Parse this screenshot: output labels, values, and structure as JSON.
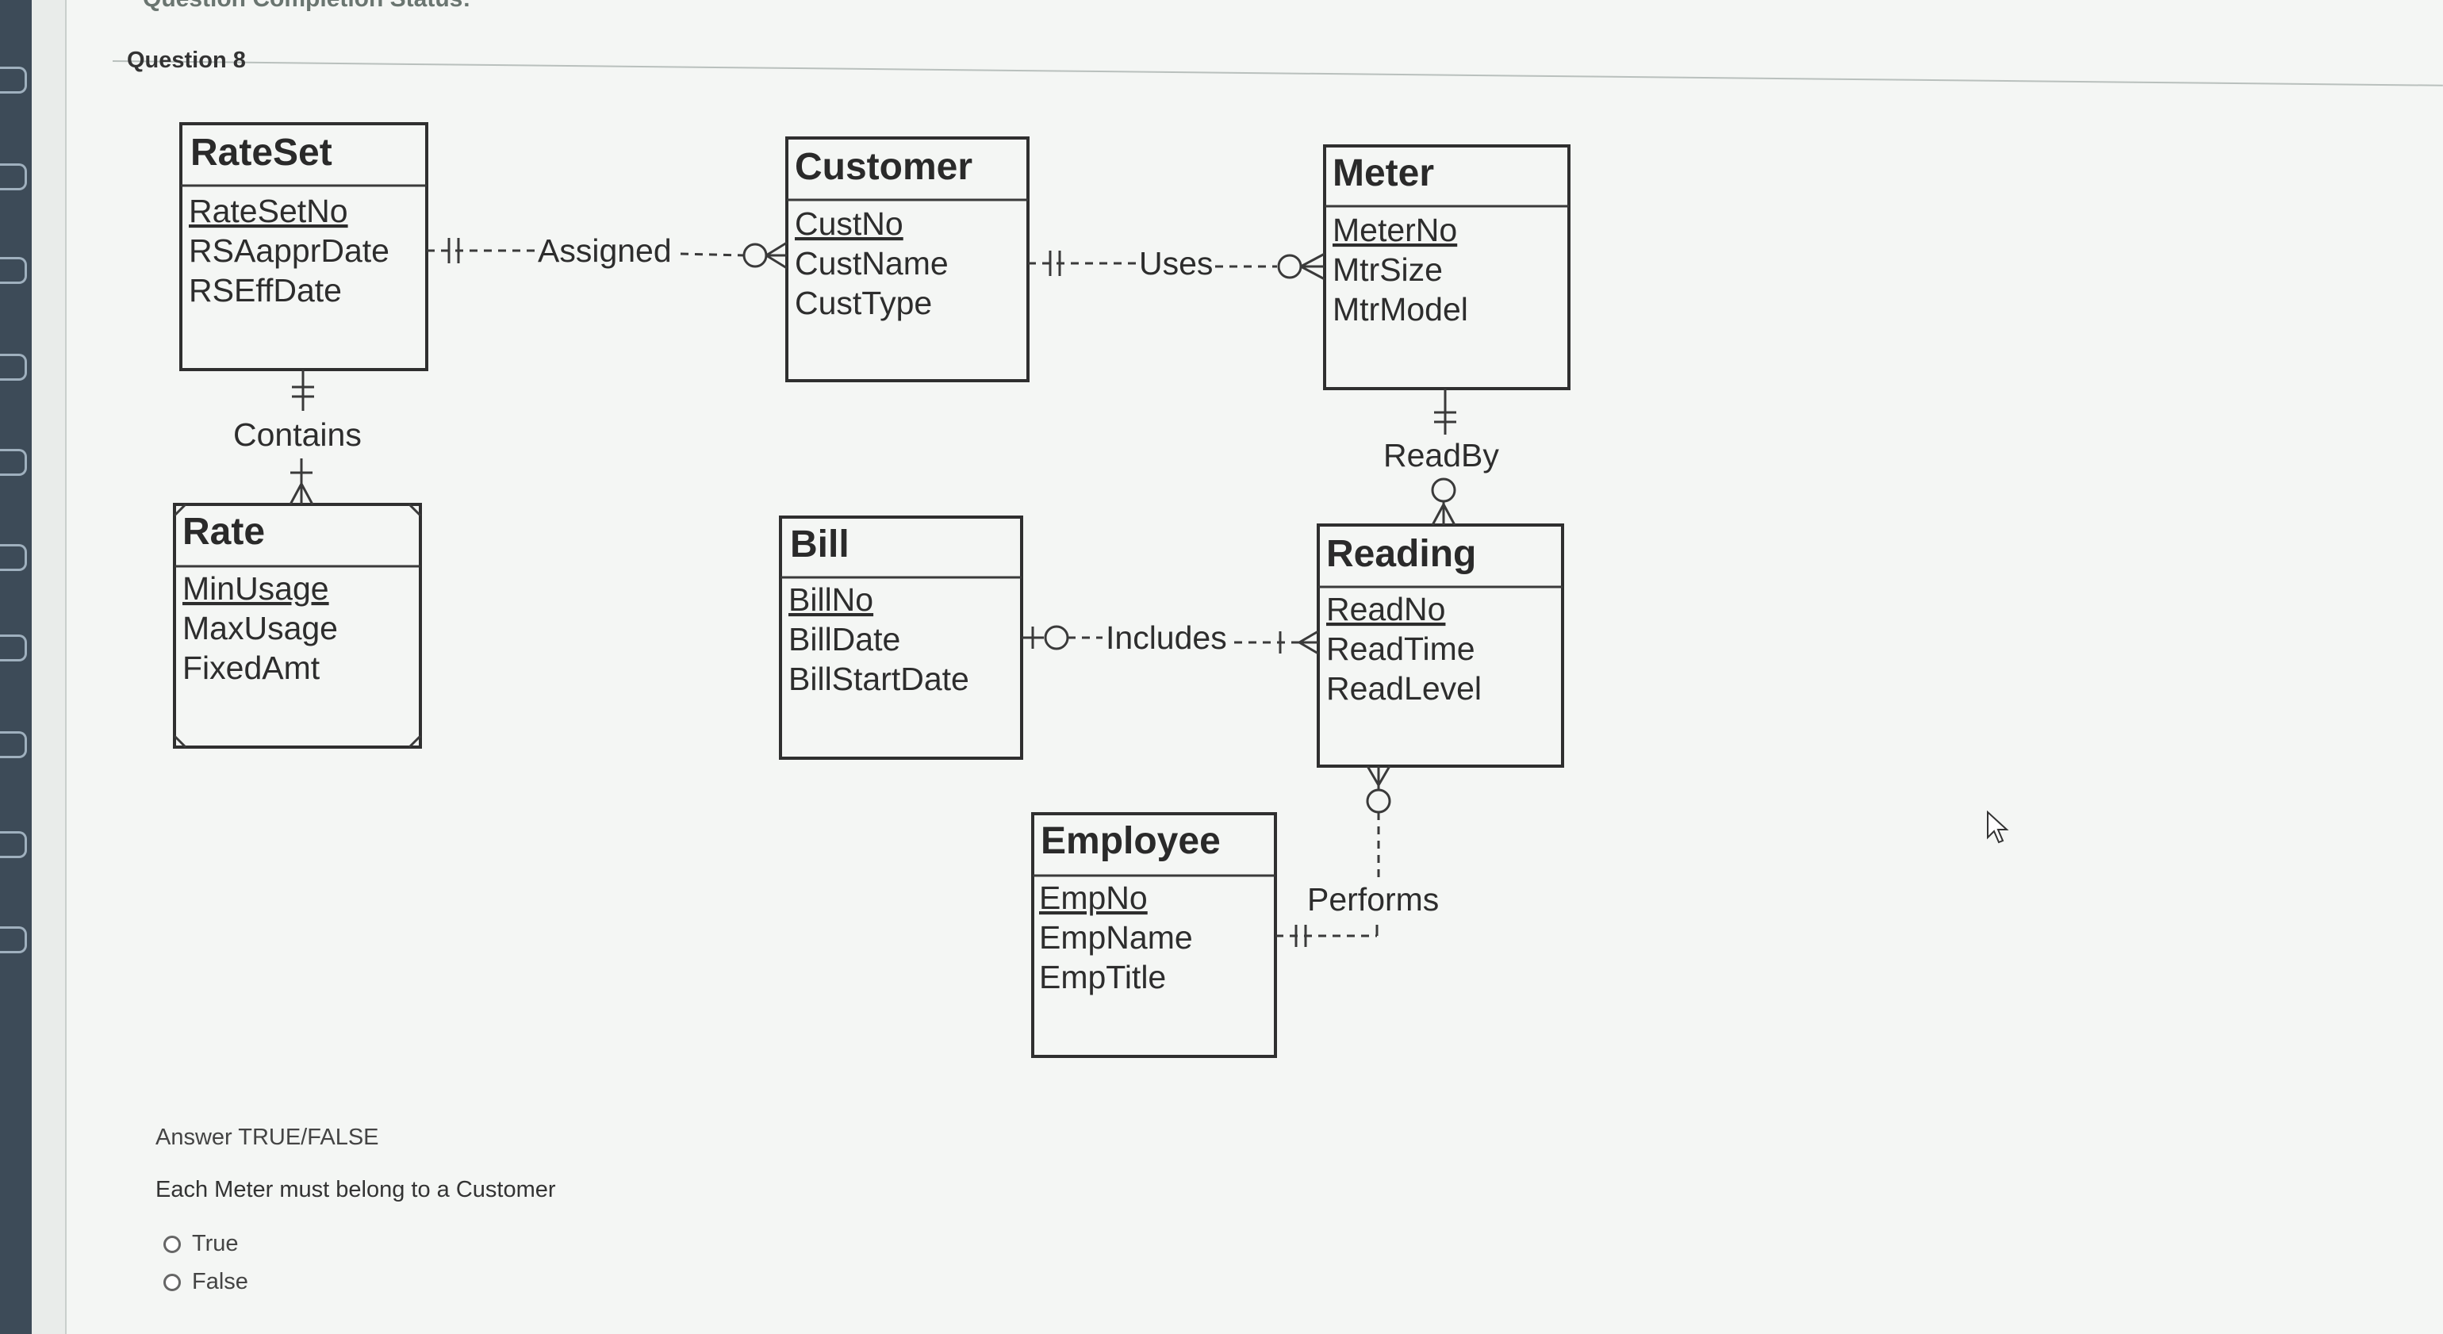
{
  "page": {
    "top_status": "Question Completion Status:",
    "question_title": "Question 8"
  },
  "erd": {
    "entities": {
      "rateset": {
        "name": "RateSet",
        "attributes": [
          "RateSetNo",
          "RSAapprDate",
          "RSEffDate"
        ],
        "primary_key": "RateSetNo"
      },
      "customer": {
        "name": "Customer",
        "attributes": [
          "CustNo",
          "CustName",
          "CustType"
        ],
        "primary_key": "CustNo"
      },
      "meter": {
        "name": "Meter",
        "attributes": [
          "MeterNo",
          "MtrSize",
          "MtrModel"
        ],
        "primary_key": "MeterNo"
      },
      "rate": {
        "name": "Rate",
        "attributes": [
          "MinUsage",
          "MaxUsage",
          "FixedAmt"
        ],
        "primary_key": "MinUsage"
      },
      "bill": {
        "name": "Bill",
        "attributes": [
          "BillNo",
          "BillDate",
          "BillStartDate"
        ],
        "primary_key": "BillNo"
      },
      "reading": {
        "name": "Reading",
        "attributes": [
          "ReadNo",
          "ReadTime",
          "ReadLevel"
        ],
        "primary_key": "ReadNo"
      },
      "employee": {
        "name": "Employee",
        "attributes": [
          "EmpNo",
          "EmpName",
          "EmpTitle"
        ],
        "primary_key": "EmpNo"
      }
    },
    "relationships": {
      "assigned": "Assigned",
      "uses": "Uses",
      "contains": "Contains",
      "readby": "ReadBy",
      "includes": "Includes",
      "performs": "Performs"
    }
  },
  "question": {
    "instruction": "Answer TRUE/FALSE",
    "text": "Each Meter must belong to a Customer",
    "options": [
      {
        "label": "True",
        "selected": false
      },
      {
        "label": "False",
        "selected": false
      }
    ]
  }
}
